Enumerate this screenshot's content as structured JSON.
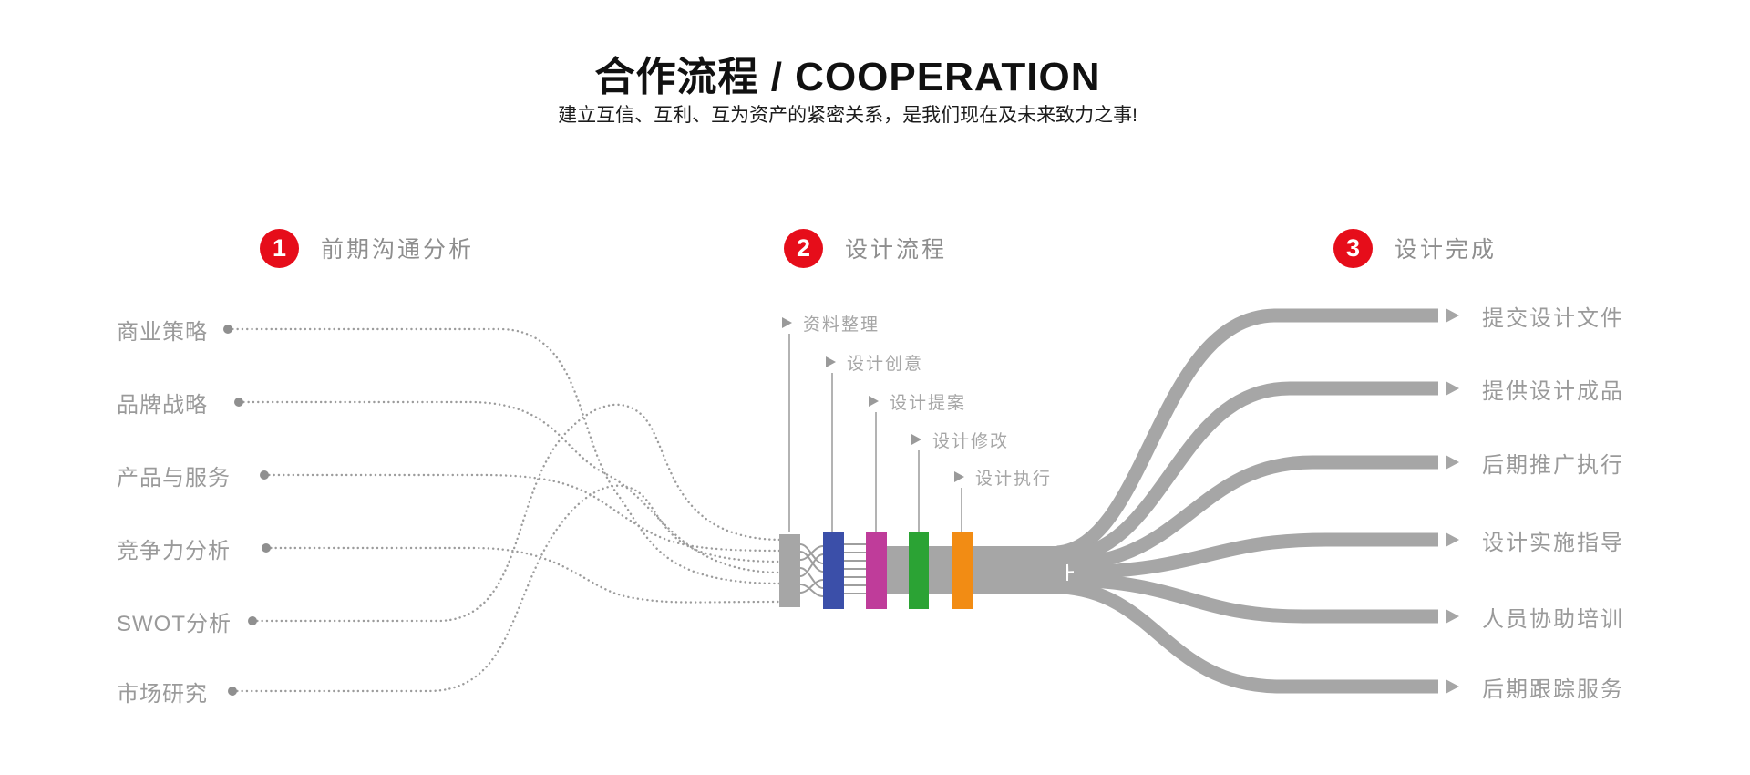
{
  "header": {
    "title": "合作流程 / COOPERATION",
    "subtitle": "建立互信、互利、互为资产的紧密关系，是我们现在及未来致力之事!"
  },
  "sections": [
    {
      "number": "1",
      "label": "前期沟通分析"
    },
    {
      "number": "2",
      "label": "设计流程"
    },
    {
      "number": "3",
      "label": "设计完成"
    }
  ],
  "colors": {
    "badge_red": "#e60d1a",
    "connector_gray": "#a6a6a6",
    "dotted_gray": "#9c9c9c",
    "label_gray": "#9a9a9a"
  },
  "flow": {
    "left": {
      "items": [
        "商业策略",
        "品牌战略",
        "产品与服务",
        "竞争力分析",
        "SWOT分析",
        "市场研究"
      ]
    },
    "middle": {
      "items": [
        "资料整理",
        "设计创意",
        "设计提案",
        "设计修改",
        "设计执行"
      ],
      "bands": [
        {
          "name": "gray",
          "color": "#a6a6a6"
        },
        {
          "name": "blue",
          "color": "#3b4fa9"
        },
        {
          "name": "magenta",
          "color": "#bf3c9a"
        },
        {
          "name": "green",
          "color": "#2ba334"
        },
        {
          "name": "orange",
          "color": "#f28c14"
        }
      ]
    },
    "right": {
      "items": [
        "提交设计文件",
        "提供设计成品",
        "后期推广执行",
        "设计实施指导",
        "人员协助培训",
        "后期跟踪服务"
      ]
    }
  }
}
